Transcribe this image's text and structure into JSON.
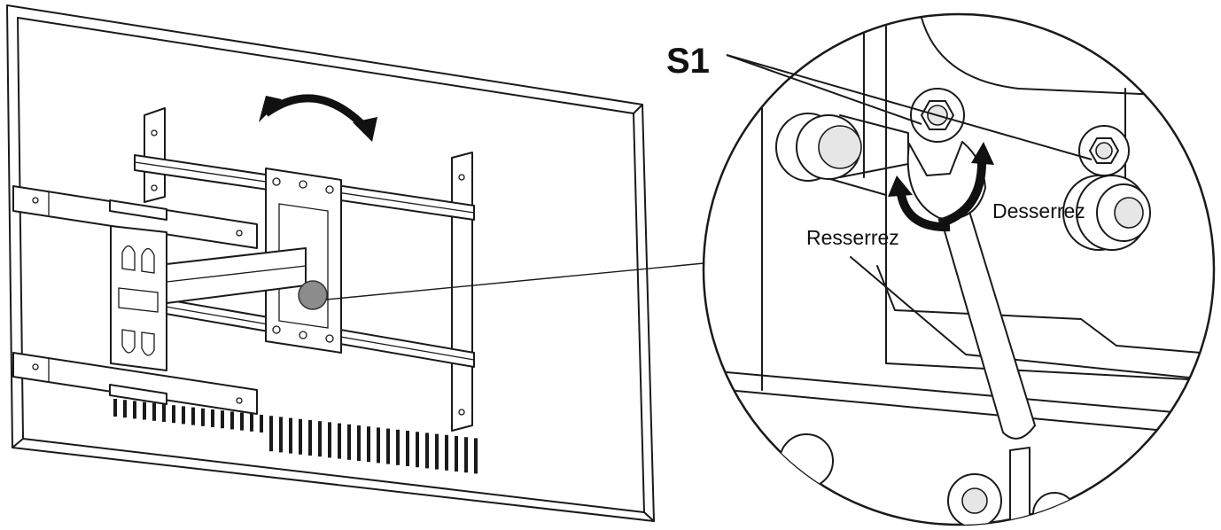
{
  "labels": {
    "screw": "S1",
    "tighten": "Resserrez",
    "loosen": "Desserrez"
  },
  "colors": {
    "line": "#1a1a1a",
    "highlight": "#888888",
    "background": "#ffffff"
  }
}
